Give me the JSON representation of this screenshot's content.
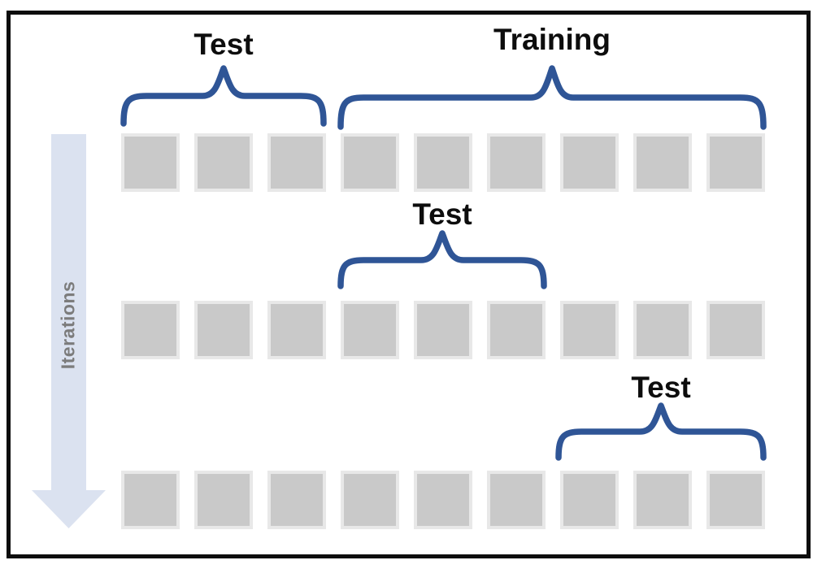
{
  "colors": {
    "background": "#ffffff",
    "frame": "#0d0d0d",
    "brace": "#2f5596",
    "label_text": "#0d0d0d",
    "square_fill": "#c9c9c9",
    "square_border": "#e8e8e8",
    "arrow_fill": "#dbe2f0",
    "iterations_text": "#7c7c7c"
  },
  "diagram": {
    "axis_label": "Iterations",
    "fold_count": 9,
    "rows": [
      {
        "name": "iteration-1",
        "braces": [
          {
            "label": "Test",
            "folds": "1-3"
          },
          {
            "label": "Training",
            "folds": "4-9"
          }
        ]
      },
      {
        "name": "iteration-2",
        "braces": [
          {
            "label": "Test",
            "folds": "4-6"
          }
        ]
      },
      {
        "name": "iteration-3",
        "braces": [
          {
            "label": "Test",
            "folds": "7-9"
          }
        ]
      }
    ]
  }
}
